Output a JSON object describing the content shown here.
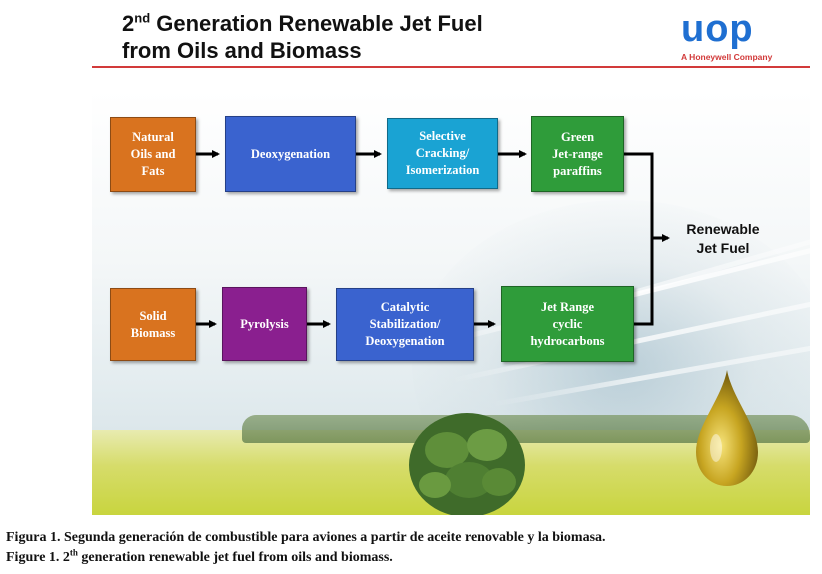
{
  "header": {
    "title_prefix": "2",
    "title_superscript": "nd",
    "title_line1_rest": " Generation Renewable Jet Fuel",
    "title_line2": "from Oils and Biomass",
    "rule_color": "#d23a3a"
  },
  "logo": {
    "name": "uop",
    "tagline": "A Honeywell Company",
    "color": "#1f6fd1",
    "tagline_color": "#d23a3a"
  },
  "diagram": {
    "top_row": [
      {
        "label": "Natural\nOils and\nFats",
        "color": "#d9731f"
      },
      {
        "label": "Deoxygenation",
        "color": "#3a63cf"
      },
      {
        "label": "Selective\nCracking/\nIsomerization",
        "color": "#1aa3d3"
      },
      {
        "label": "Green\nJet-range\nparaffins",
        "color": "#2f9c3a"
      }
    ],
    "bottom_row": [
      {
        "label": "Solid\nBiomass",
        "color": "#d9731f"
      },
      {
        "label": "Pyrolysis",
        "color": "#8a1f8f"
      },
      {
        "label": "Catalytic\nStabilization/\nDeoxygenation",
        "color": "#3a63cf"
      },
      {
        "label": "Jet Range\ncyclic\nhydrocarbons",
        "color": "#2f9c3a"
      }
    ],
    "output": "Renewable\nJet Fuel"
  },
  "caption": {
    "spanish": "Figura 1. Segunda generación de combustible para aviones a partir de aceite renovable y la biomasa.",
    "english_prefix": "Figure 1. 2",
    "english_superscript": "th",
    "english_rest": " generation renewable jet fuel from oils and biomass."
  }
}
